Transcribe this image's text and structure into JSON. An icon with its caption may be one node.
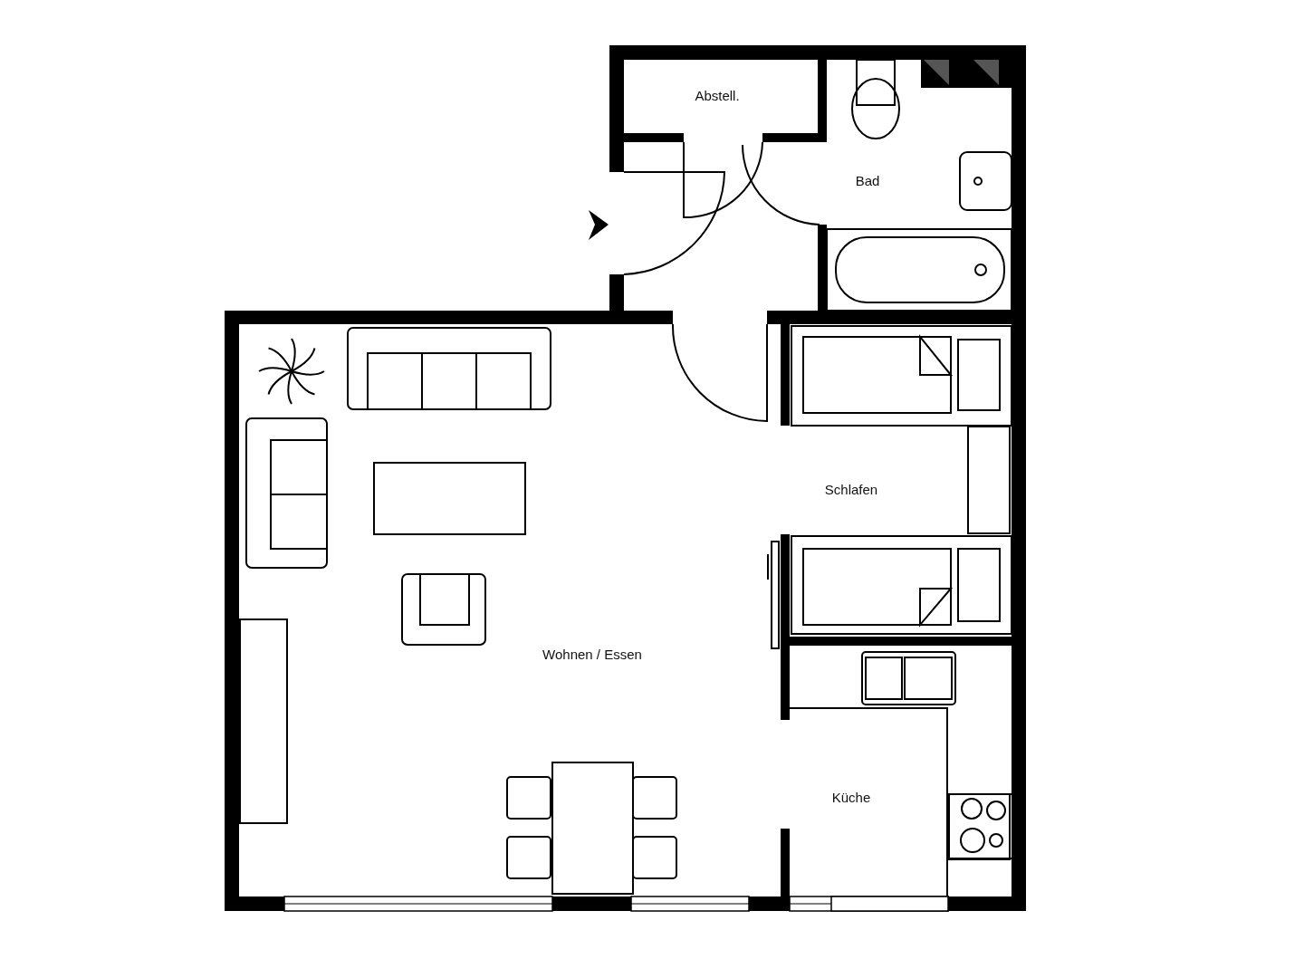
{
  "diagram": {
    "labels": [
      "Abstell.",
      "Bad",
      "Schlafen",
      "Wohnen / Essen",
      "Küche"
    ]
  }
}
